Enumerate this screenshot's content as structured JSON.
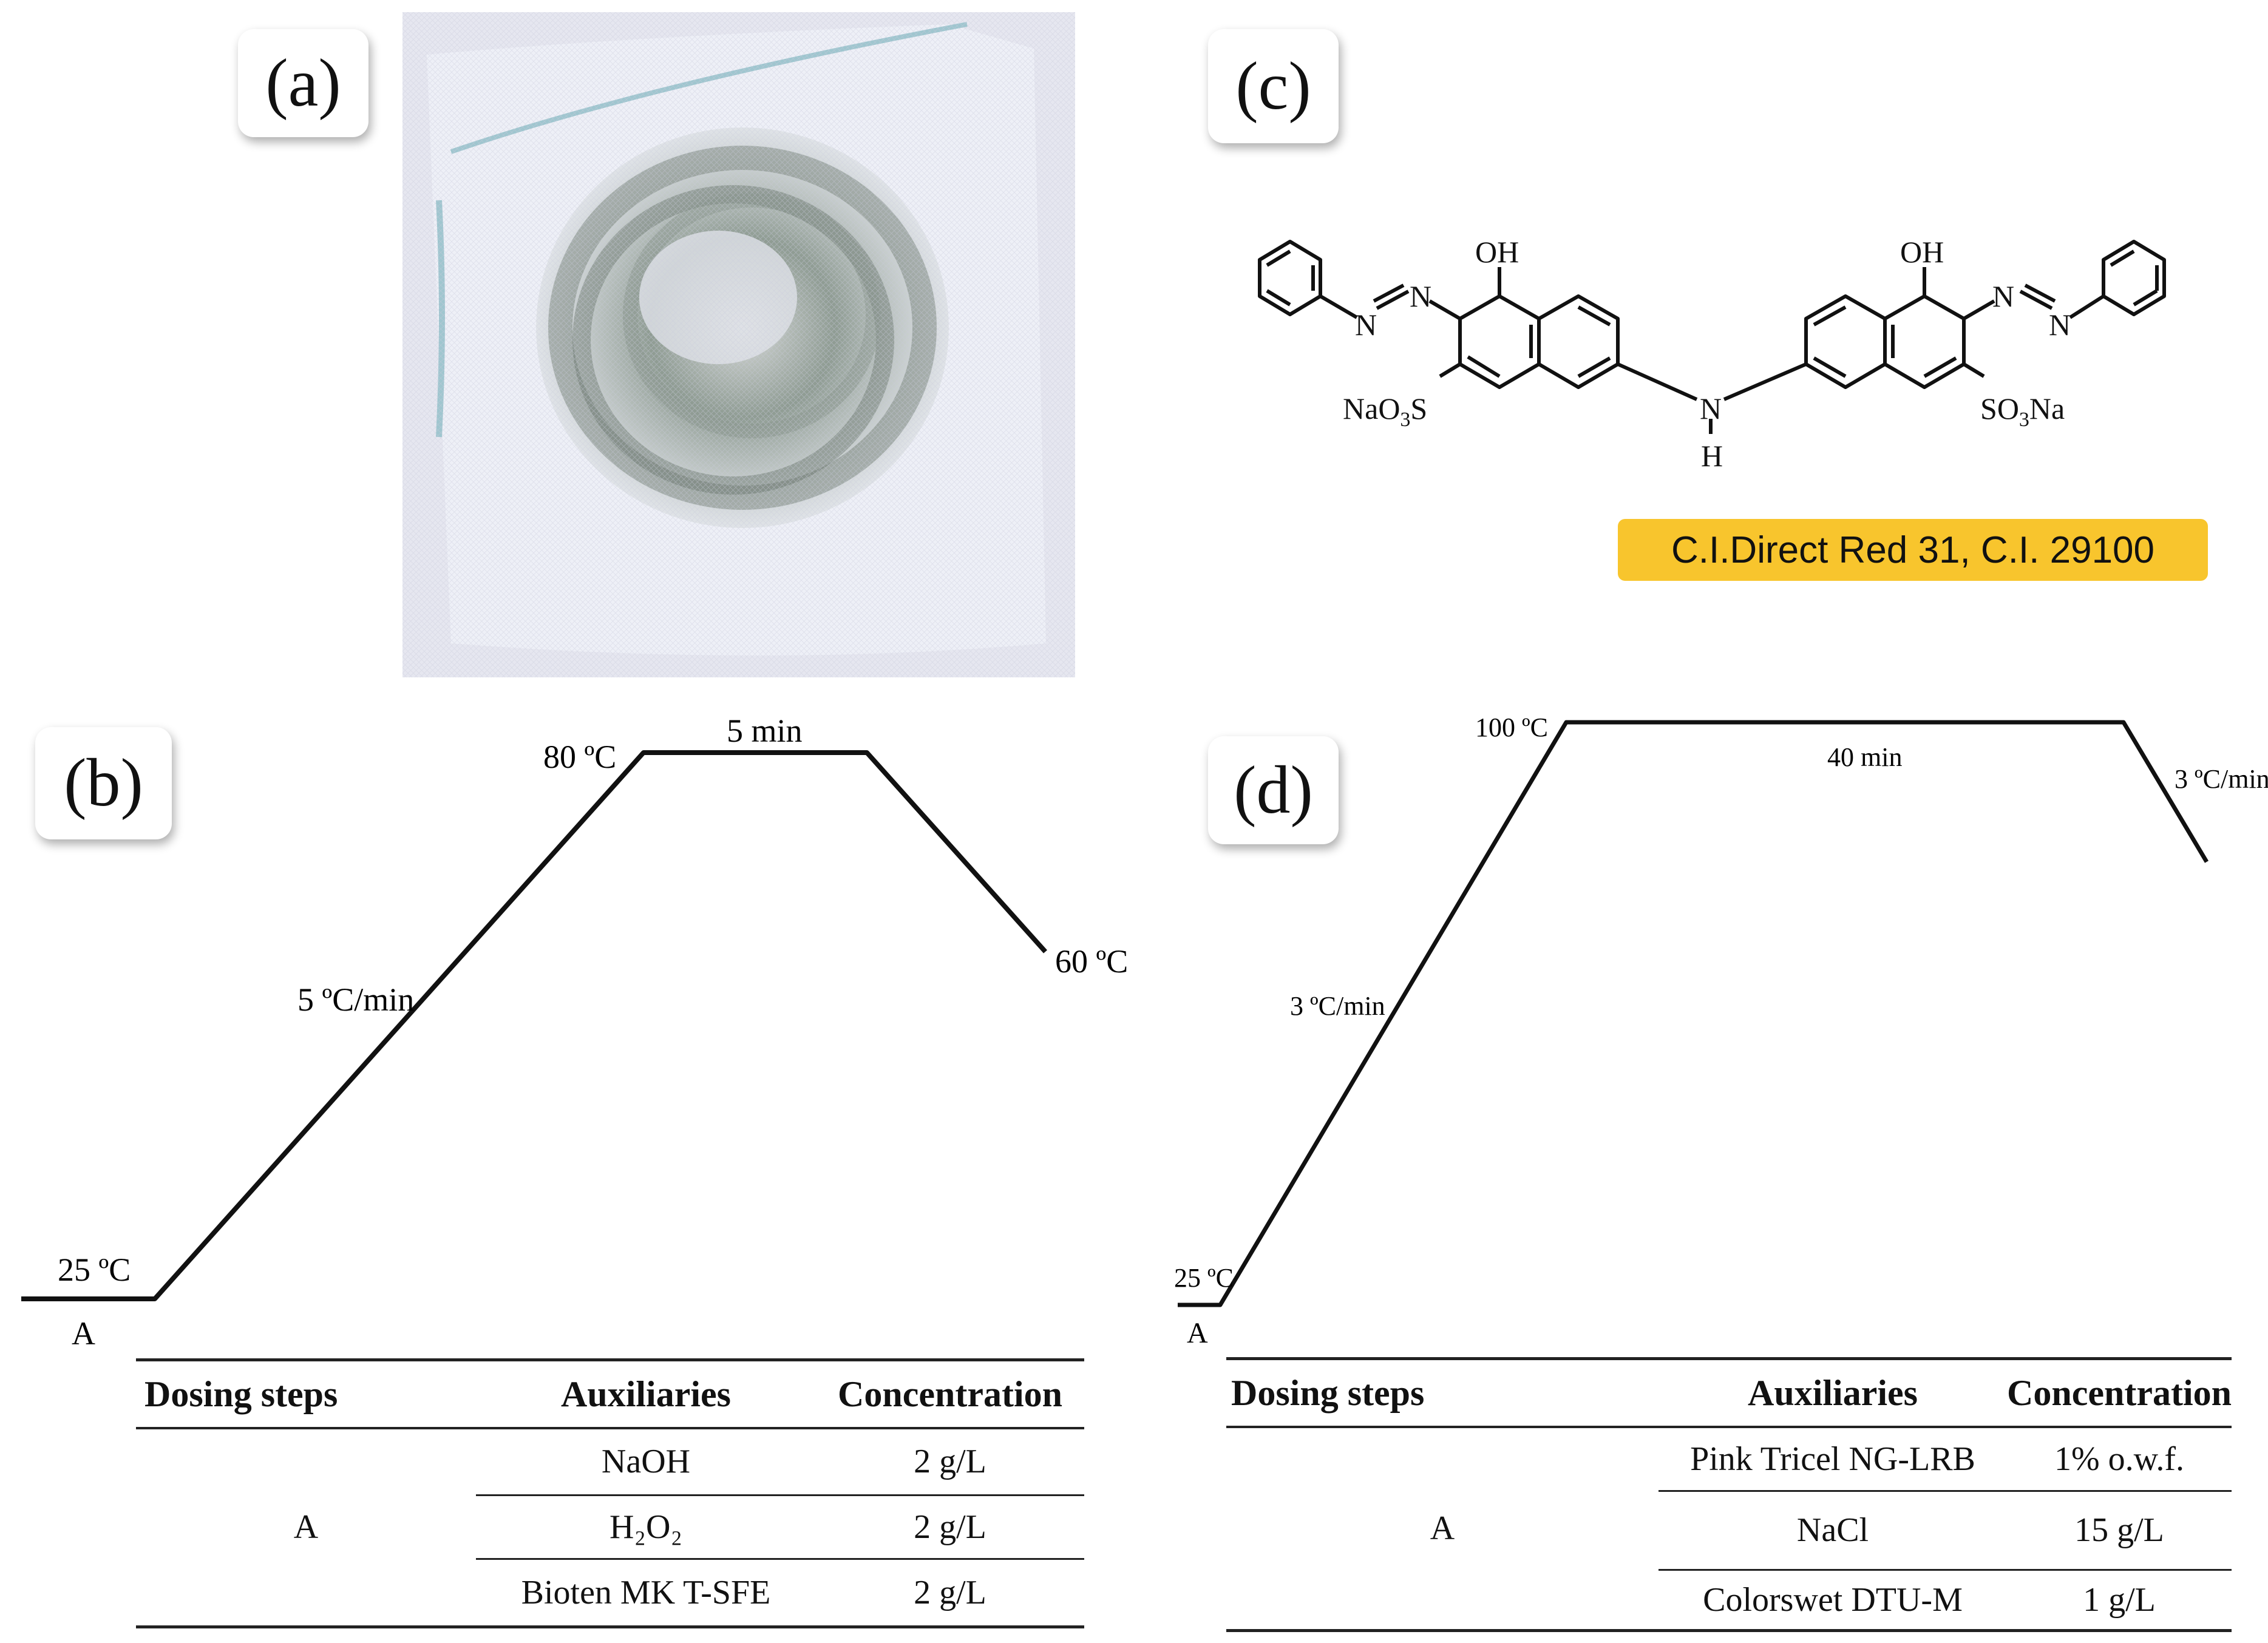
{
  "panels": {
    "a": {
      "label": "(a)"
    },
    "b": {
      "label": "(b)"
    },
    "c": {
      "label": "(c)"
    },
    "d": {
      "label": "(d)"
    }
  },
  "dye": {
    "name": "C.I.Direct Red 31, C.I. 29100",
    "atoms": {
      "oh": "OH",
      "n": "N",
      "h": "H",
      "na": "Na",
      "o": "O",
      "s": "S",
      "three": "3"
    }
  },
  "profile_b": {
    "start_temp": "25 ºC",
    "ramp": "5 ºC/min",
    "peak_temp": "80 ºC",
    "hold": "5 min",
    "end_temp": "60 ºC",
    "dose_marker": "A"
  },
  "profile_d": {
    "start_temp": "25 ºC",
    "ramp": "3 ºC/min",
    "peak_temp": "100 ºC",
    "hold": "40 min",
    "cool": "3 ºC/min",
    "dose_marker": "A"
  },
  "table_b": {
    "headers": [
      "Dosing steps",
      "Auxiliaries",
      "Concentration"
    ],
    "step": "A",
    "rows": [
      {
        "aux": "NaOH",
        "conc": "2 g/L"
      },
      {
        "aux": "H₂O₂",
        "conc": "2 g/L"
      },
      {
        "aux": "Bioten MK T-SFE",
        "conc": "2 g/L"
      }
    ]
  },
  "table_d": {
    "headers": [
      "Dosing steps",
      "Auxiliaries",
      "Concentration"
    ],
    "step": "A",
    "rows": [
      {
        "aux": "Pink Tricel NG-LRB",
        "conc": "1% o.w.f."
      },
      {
        "aux": "NaCl",
        "conc": "15 g/L"
      },
      {
        "aux": "Colorswet DTU-M",
        "conc": "1 g/L"
      }
    ]
  }
}
